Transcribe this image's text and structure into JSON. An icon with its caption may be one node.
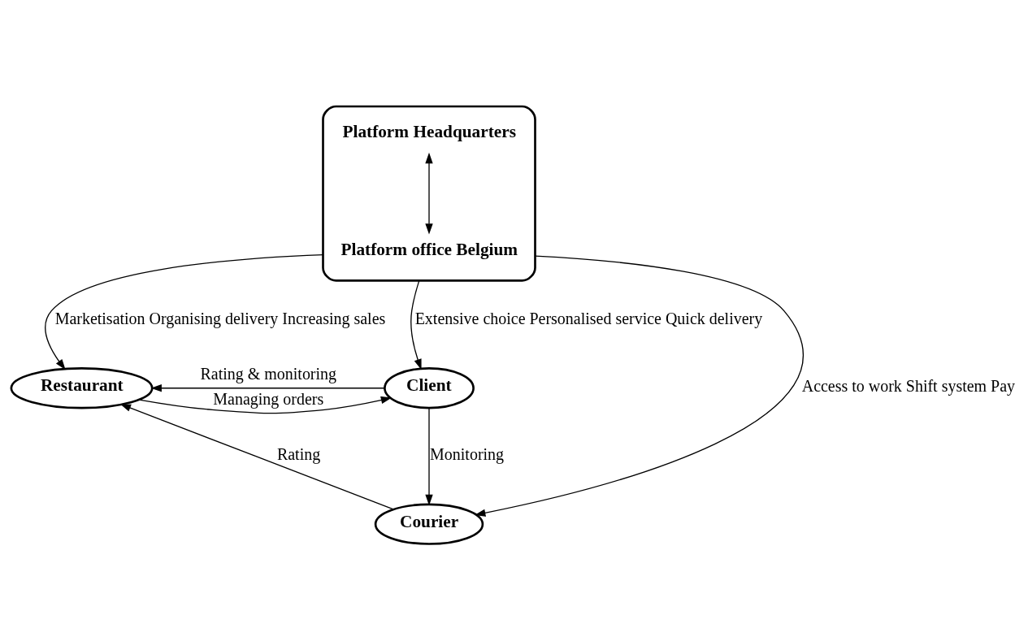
{
  "diagram": {
    "nodes": [
      {
        "text": [],
        "shape": "ellipse"
      },
      {
        "text": [
          "Platform Headquarters"
        ],
        "in": 0
      },
      {
        "text": [
          "Platform office Belgium"
        ],
        "in": 0
      },
      {
        "text": [
          "Restaurant"
        ]
      },
      {
        "text": [
          "Client"
        ]
      },
      {
        "text": [
          "Courier"
        ]
      }
    ],
    "edges": [
      {
        "from": 1,
        "to": 2,
        "arrow": "both"
      },
      {
        "from": 0,
        "to": 3,
        "arrow": "to",
        "label": "Marketisation Organising delivery Increasing sales"
      },
      {
        "from": 0,
        "to": 4,
        "arrow": "to",
        "label": "Extensive choice Personalised service Quick delivery"
      },
      {
        "from": 0,
        "to": 5,
        "arrow": "to",
        "label": "Access to work Shift system Pay"
      },
      {
        "from": 4,
        "to": 3,
        "arrow": "to",
        "label": "Rating & monitoring"
      },
      {
        "from": 3,
        "to": 4,
        "arrow": "to",
        "label": "Managing orders"
      },
      {
        "from": 5,
        "to": 3,
        "arrow": "to",
        "label": "Rating"
      },
      {
        "from": 4,
        "to": 5,
        "arrow": "to",
        "label": "Monitoring"
      }
    ]
  }
}
